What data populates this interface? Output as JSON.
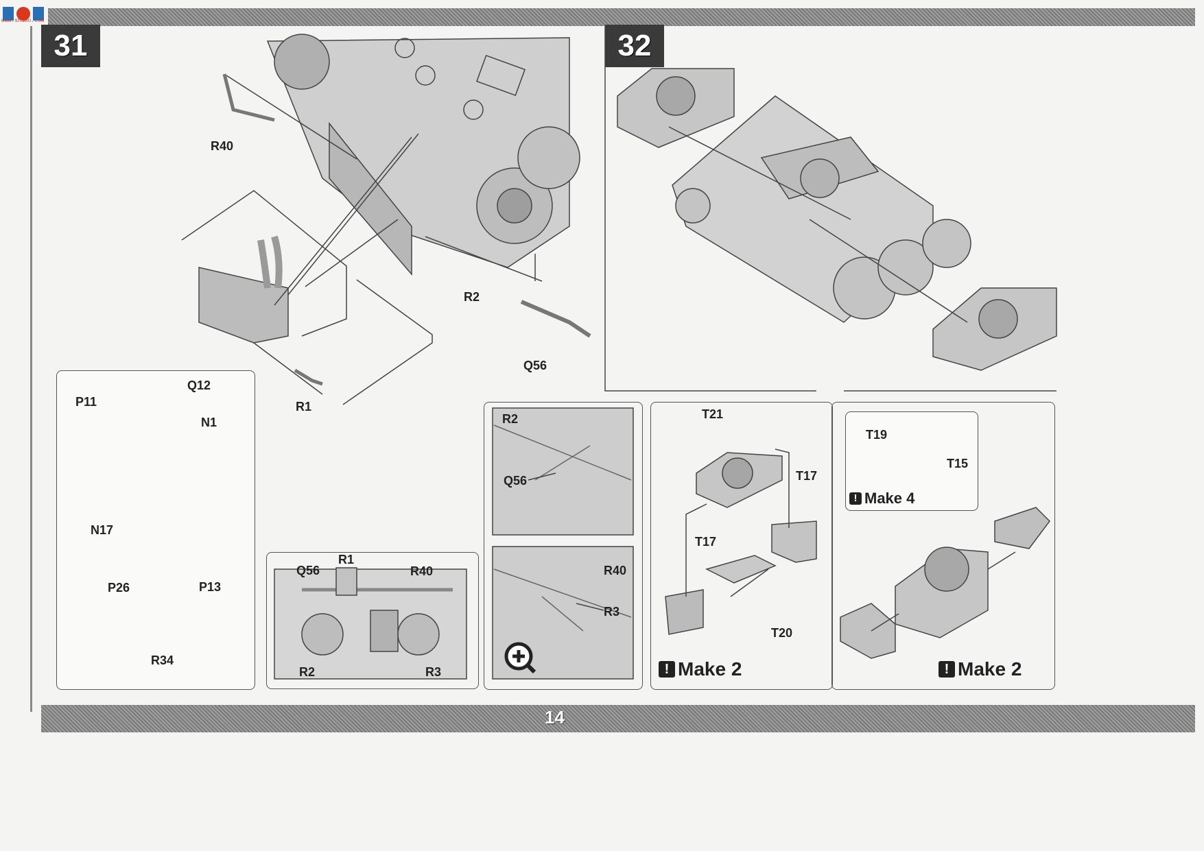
{
  "header": {
    "watermark_text": "www.shumo.com"
  },
  "steps": [
    {
      "number": "31"
    },
    {
      "number": "32"
    }
  ],
  "step31": {
    "labels": {
      "r40": "R40",
      "r2": "R2",
      "q56": "Q56",
      "r1": "R1"
    }
  },
  "detail_left": {
    "labels": {
      "q12": "Q12",
      "p11": "P11",
      "n1": "N1",
      "n17": "N17",
      "p13": "P13",
      "p26": "P26",
      "r34": "R34"
    }
  },
  "rear_view": {
    "labels": {
      "q56": "Q56",
      "r1": "R1",
      "r40": "R40",
      "r2": "R2",
      "r3": "R3"
    }
  },
  "closeups": {
    "top": {
      "r2": "R2",
      "q56": "Q56"
    },
    "bottom": {
      "r40": "R40",
      "r3": "R3"
    }
  },
  "step32_detail_a": {
    "labels": {
      "t21": "T21",
      "t17_right": "T17",
      "t17_left": "T17",
      "t20": "T20"
    },
    "make": "Make 2"
  },
  "step32_detail_b": {
    "labels": {
      "t19": "T19",
      "t15": "T15"
    },
    "make": "Make 4"
  },
  "step32_detail_c": {
    "make": "Make 2"
  },
  "footer": {
    "page_number": "14"
  },
  "colors": {
    "bar": "#8a8a8a",
    "step_box": "#3a3a3a",
    "line": "#444444"
  }
}
